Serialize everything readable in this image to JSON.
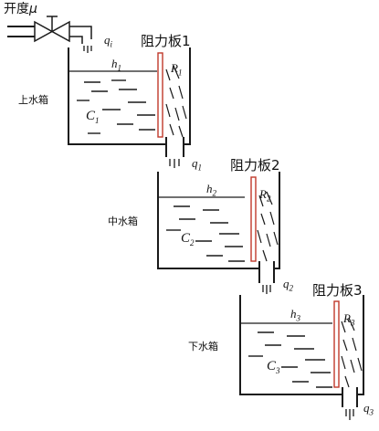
{
  "valve": {
    "text": "开度",
    "symbol": "μ"
  },
  "inflow": {
    "sym": "q",
    "sub": "i"
  },
  "tanks": [
    {
      "name": "上水箱",
      "plate_title": "阻力板1",
      "level_sym": "h",
      "level_sub": "1",
      "res_sym": "R",
      "res_sub": "1",
      "cap_sym": "C",
      "cap_sub": "1",
      "out_sym": "q",
      "out_sub": "1"
    },
    {
      "name": "中水箱",
      "plate_title": "阻力板2",
      "level_sym": "h",
      "level_sub": "2",
      "res_sym": "R",
      "res_sub": "2",
      "cap_sym": "C",
      "cap_sub": "2",
      "out_sym": "q",
      "out_sub": "2"
    },
    {
      "name": "下水箱",
      "plate_title": "阻力板3",
      "level_sym": "h",
      "level_sub": "3",
      "res_sym": "R",
      "res_sub": "3",
      "cap_sym": "C",
      "cap_sub": "3",
      "out_sym": "q",
      "out_sub": "3"
    }
  ],
  "colors": {
    "line": "#1a1a1a",
    "plate": "#c0392b"
  }
}
